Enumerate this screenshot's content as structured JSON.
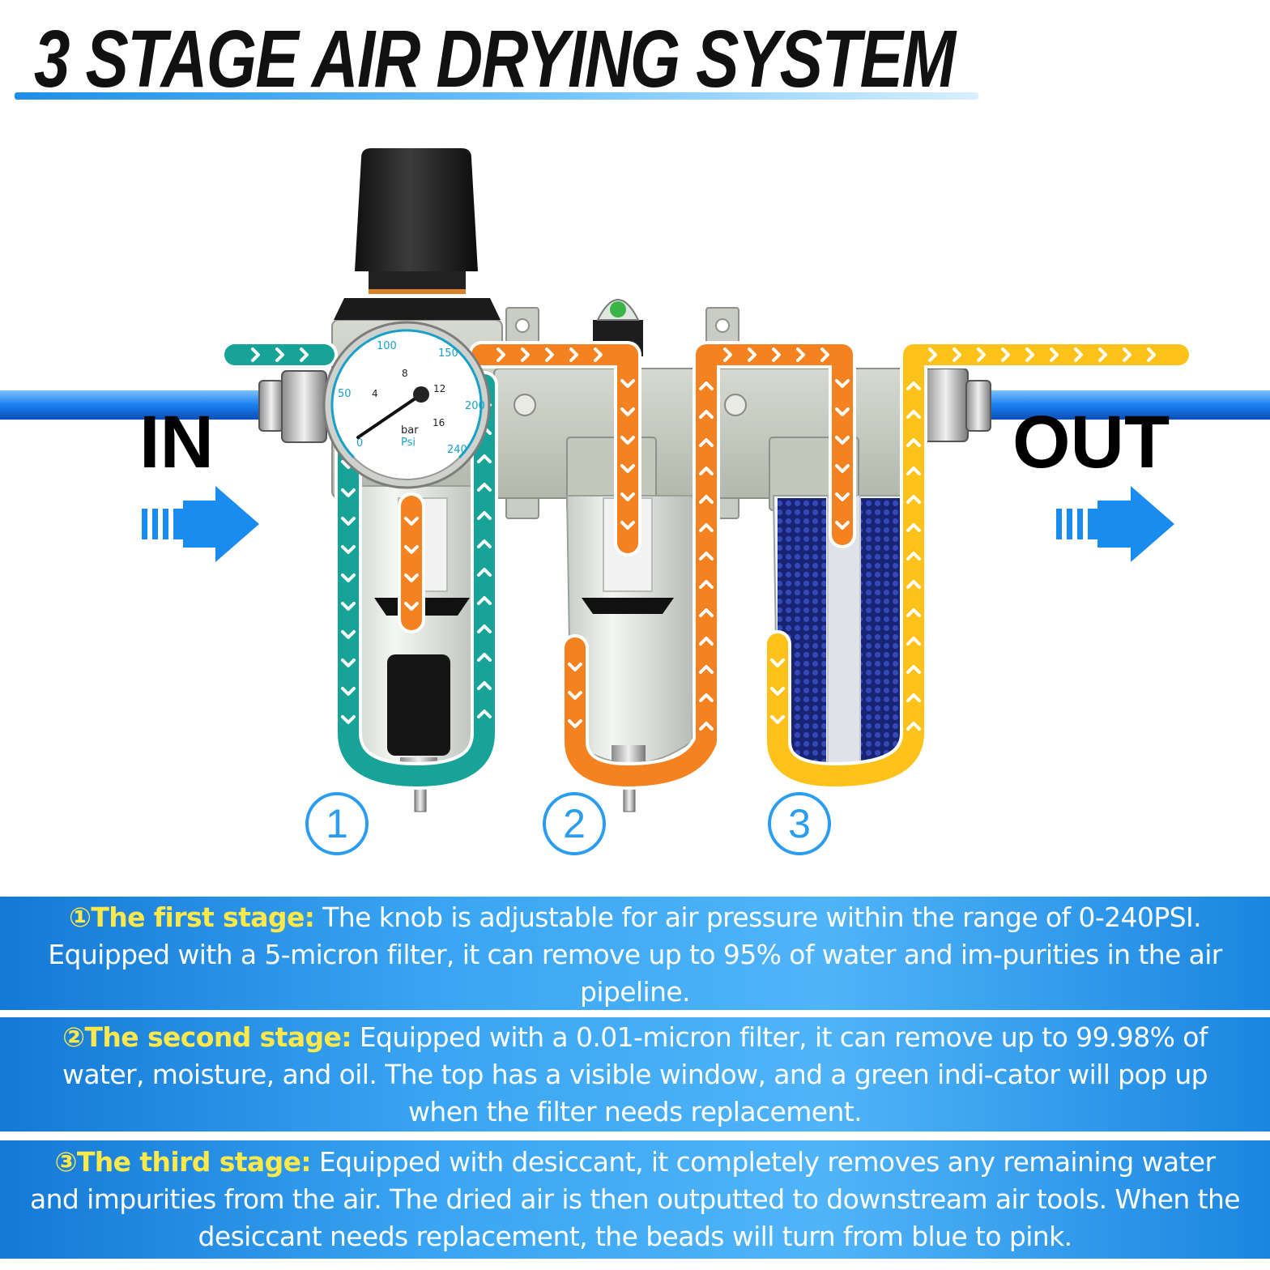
{
  "title": "3 STAGE AIR DRYING SYSTEM",
  "diagram": {
    "in_label": "IN",
    "out_label": "OUT",
    "stage_numbers": [
      "1",
      "2",
      "3"
    ],
    "gauge": {
      "unit_bar": "bar",
      "unit_psi": "Psi",
      "psi_ticks": [
        "0",
        "50",
        "100",
        "150",
        "200",
        "240"
      ],
      "bar_ticks": [
        "4",
        "8",
        "12",
        "16"
      ]
    },
    "colors": {
      "stage1_flow": "#17a398",
      "stage2_flow": "#f58220",
      "stage3_flow": "#ffc21a",
      "pipe": "#1a7ff0",
      "arrow": "#1a8cf0",
      "desiccant": "#1e2f8c",
      "panel": "#2b97ec",
      "highlight": "#ffe94a"
    },
    "icons": [
      "arrow-right-icon",
      "chevron-right-icon",
      "chevron-down-icon"
    ]
  },
  "stages": [
    {
      "head": "①The first stage:",
      "text": " The knob is adjustable for air pressure within the range of 0-240PSI. Equipped with a 5-micron filter, it can remove up to 95% of water and im-purities in the air pipeline."
    },
    {
      "head": "②The second stage:",
      "text": " Equipped with a 0.01-micron filter, it can remove up to 99.98% of water, moisture, and oil. The top has a visible window, and a green indi-cator will pop up when the filter needs replacement."
    },
    {
      "head": "③The third stage:",
      "text": " Equipped with desiccant, it completely removes any remaining water and impurities from the air. The dried air is then outputted to downstream air tools. When the desiccant needs replacement, the beads will turn from blue to pink."
    }
  ]
}
